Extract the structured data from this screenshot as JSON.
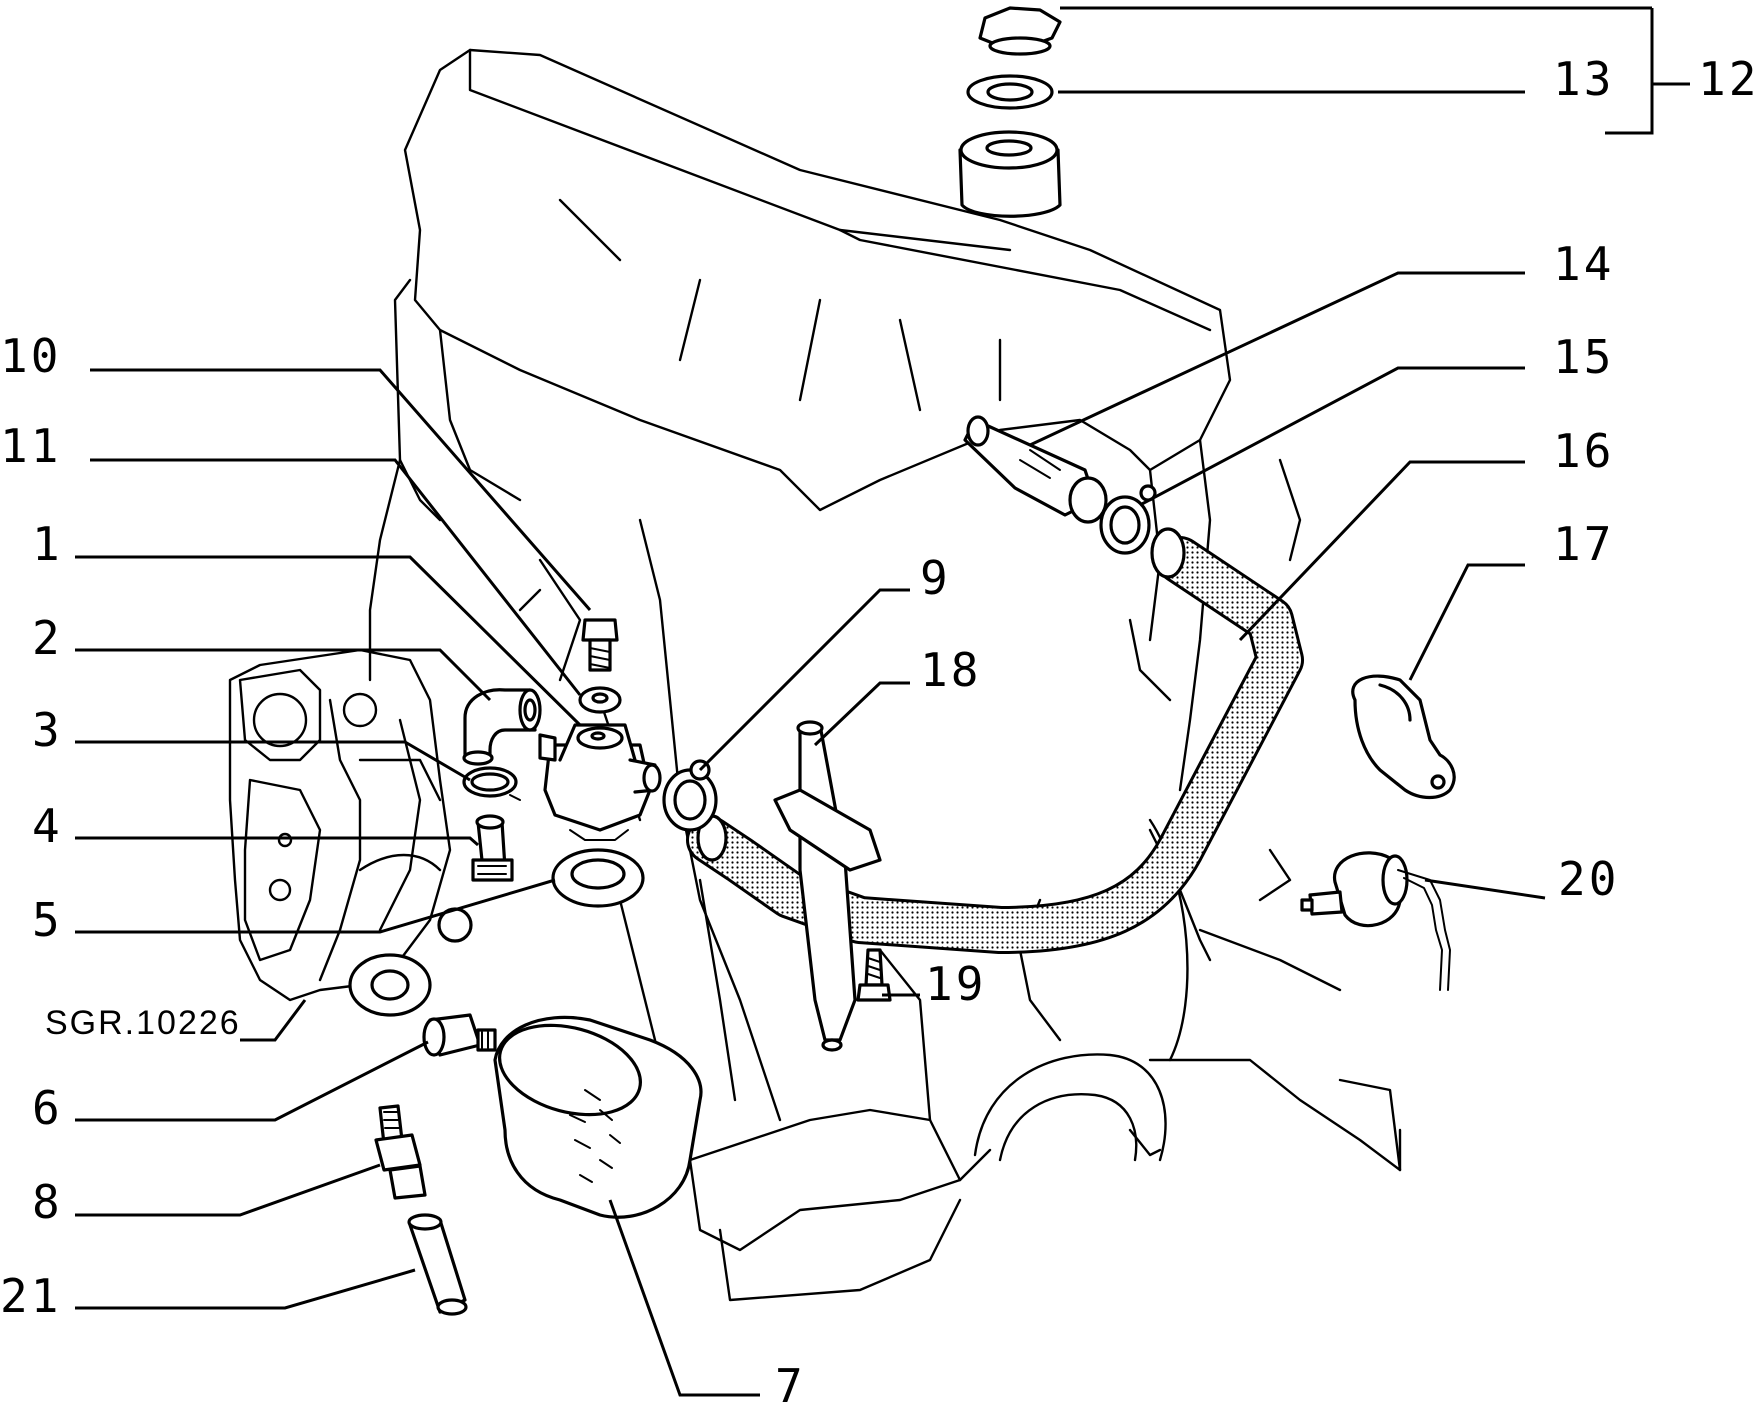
{
  "diagram": {
    "reference_code": "SGR.10226",
    "callouts": [
      {
        "id": "c10",
        "label": "10"
      },
      {
        "id": "c11",
        "label": "11"
      },
      {
        "id": "c1",
        "label": "1"
      },
      {
        "id": "c2",
        "label": "2"
      },
      {
        "id": "c3",
        "label": "3"
      },
      {
        "id": "c4",
        "label": "4"
      },
      {
        "id": "c5",
        "label": "5"
      },
      {
        "id": "c6",
        "label": "6"
      },
      {
        "id": "c8",
        "label": "8"
      },
      {
        "id": "c21",
        "label": "21"
      },
      {
        "id": "c7",
        "label": "7"
      },
      {
        "id": "c9",
        "label": "9"
      },
      {
        "id": "c18",
        "label": "18"
      },
      {
        "id": "c19",
        "label": "19"
      },
      {
        "id": "c13",
        "label": "13"
      },
      {
        "id": "c12",
        "label": "12"
      },
      {
        "id": "c14",
        "label": "14"
      },
      {
        "id": "c15",
        "label": "15"
      },
      {
        "id": "c16",
        "label": "16"
      },
      {
        "id": "c17",
        "label": "17"
      },
      {
        "id": "c20",
        "label": "20"
      }
    ]
  }
}
